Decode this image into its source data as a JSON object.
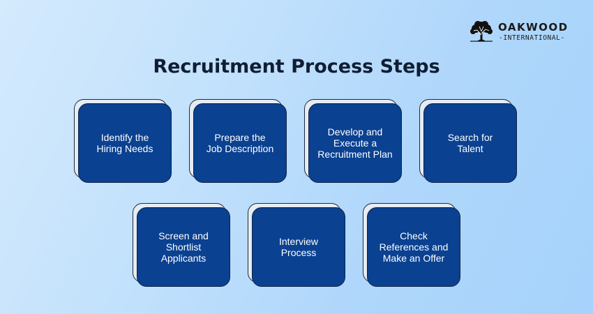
{
  "logo": {
    "name": "OAKWOOD",
    "subtitle": "-INTERNATIONAL-"
  },
  "title": "Recruitment Process Steps",
  "steps": [
    {
      "label": "Identify the\nHiring Needs"
    },
    {
      "label": "Prepare the\nJob Description"
    },
    {
      "label": "Develop and\nExecute a\nRecruitment Plan"
    },
    {
      "label": "Search for\nTalent"
    },
    {
      "label": "Screen and\nShortlist\nApplicants"
    },
    {
      "label": "Interview\nProcess"
    },
    {
      "label": "Check\nReferences and\nMake an Offer"
    }
  ],
  "colors": {
    "box_fill": "#0a4191",
    "box_shadow_fill": "#e6ecf3",
    "title": "#0f1e33"
  }
}
